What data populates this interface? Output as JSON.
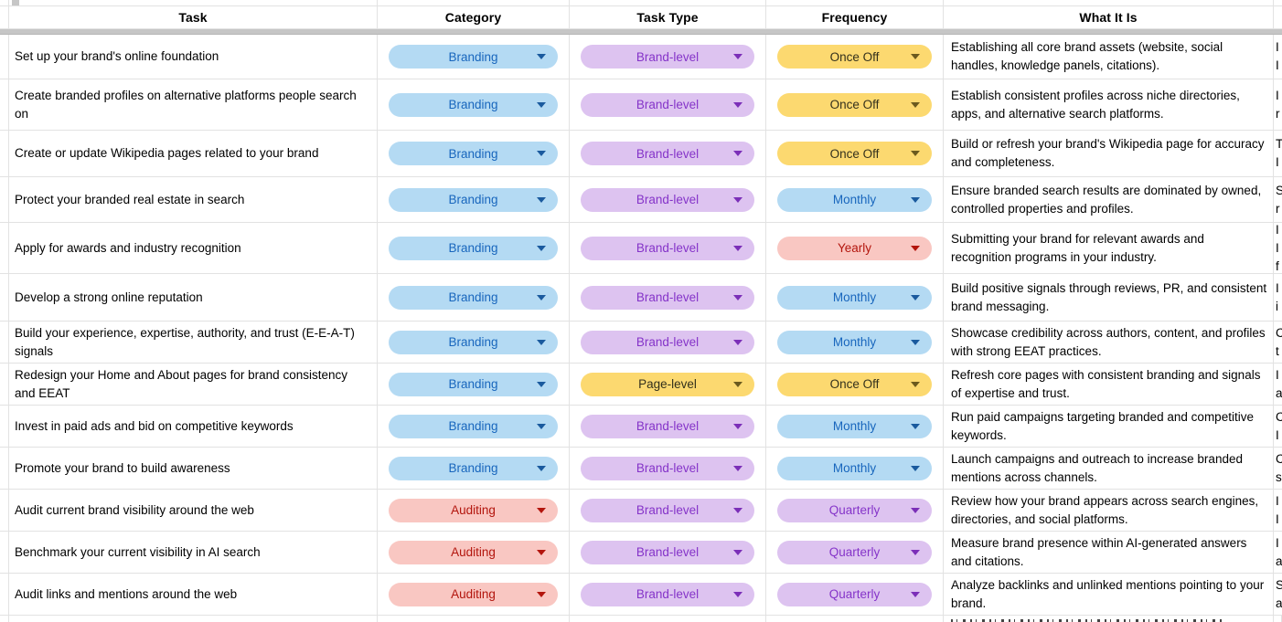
{
  "header": {
    "columns": [
      "Task",
      "Category",
      "Task Type",
      "Frequency",
      "What It Is"
    ]
  },
  "palette": {
    "blue": {
      "bg": "#b4daf3",
      "fg": "#1866bd",
      "arrow": "#1a5a9e"
    },
    "purple": {
      "bg": "#ddc3f0",
      "fg": "#8534c9",
      "arrow": "#7b2fb8"
    },
    "yellow": {
      "bg": "#fcd970",
      "fg": "#33301c",
      "arrow": "#6b5a1e"
    },
    "red": {
      "bg": "#f9c7c2",
      "fg": "#b3150d",
      "arrow": "#b3150d"
    }
  },
  "rows": [
    {
      "task": "Set up your brand's online foundation",
      "category": {
        "label": "Branding",
        "color": "blue"
      },
      "task_type": {
        "label": "Brand-level",
        "color": "purple"
      },
      "frequency": {
        "label": "Once Off",
        "color": "yellow"
      },
      "what_it_is": "Establishing all core brand assets (website, social handles, knowledge panels, citations).",
      "edge_fragments": [
        "I",
        "I"
      ]
    },
    {
      "task": "Create branded profiles on alternative platforms people search on",
      "category": {
        "label": "Branding",
        "color": "blue"
      },
      "task_type": {
        "label": "Brand-level",
        "color": "purple"
      },
      "frequency": {
        "label": "Once Off",
        "color": "yellow"
      },
      "what_it_is": "Establish consistent profiles across niche directories, apps, and alternative search platforms.",
      "edge_fragments": [
        "I",
        "r"
      ]
    },
    {
      "task": "Create or update Wikipedia pages related to your brand",
      "category": {
        "label": "Branding",
        "color": "blue"
      },
      "task_type": {
        "label": "Brand-level",
        "color": "purple"
      },
      "frequency": {
        "label": "Once Off",
        "color": "yellow"
      },
      "what_it_is": "Build or refresh your brand's Wikipedia page for accuracy and completeness.",
      "edge_fragments": [
        "T",
        "I"
      ]
    },
    {
      "task": "Protect your branded real estate in search",
      "category": {
        "label": "Branding",
        "color": "blue"
      },
      "task_type": {
        "label": "Brand-level",
        "color": "purple"
      },
      "frequency": {
        "label": "Monthly",
        "color": "blue"
      },
      "what_it_is": "Ensure branded search results are dominated by owned, controlled properties and profiles.",
      "edge_fragments": [
        "S",
        "r"
      ]
    },
    {
      "task": "Apply for awards and industry recognition",
      "category": {
        "label": "Branding",
        "color": "blue"
      },
      "task_type": {
        "label": "Brand-level",
        "color": "purple"
      },
      "frequency": {
        "label": "Yearly",
        "color": "red"
      },
      "what_it_is": "Submitting your brand for relevant awards and recognition programs in your industry.",
      "edge_fragments": [
        "I",
        "I",
        "f"
      ]
    },
    {
      "task": "Develop a strong online reputation",
      "category": {
        "label": "Branding",
        "color": "blue"
      },
      "task_type": {
        "label": "Brand-level",
        "color": "purple"
      },
      "frequency": {
        "label": "Monthly",
        "color": "blue"
      },
      "what_it_is": "Build positive signals through reviews, PR, and consistent brand messaging.",
      "edge_fragments": [
        "I",
        "i"
      ]
    },
    {
      "task": "Build your experience, expertise, authority, and trust (E-E-A-T) signals",
      "category": {
        "label": "Branding",
        "color": "blue"
      },
      "task_type": {
        "label": "Brand-level",
        "color": "purple"
      },
      "frequency": {
        "label": "Monthly",
        "color": "blue"
      },
      "what_it_is": "Showcase credibility across authors, content, and profiles with strong EEAT practices.",
      "edge_fragments": [
        "C",
        "t"
      ]
    },
    {
      "task": "Redesign your Home and About pages for brand consistency and EEAT",
      "category": {
        "label": "Branding",
        "color": "blue"
      },
      "task_type": {
        "label": "Page-level",
        "color": "yellow"
      },
      "frequency": {
        "label": "Once Off",
        "color": "yellow"
      },
      "what_it_is": "Refresh core pages with consistent branding and signals of expertise and trust.",
      "edge_fragments": [
        "I",
        "a"
      ]
    },
    {
      "task": "Invest in paid ads and bid on competitive keywords",
      "category": {
        "label": "Branding",
        "color": "blue"
      },
      "task_type": {
        "label": "Brand-level",
        "color": "purple"
      },
      "frequency": {
        "label": "Monthly",
        "color": "blue"
      },
      "what_it_is": "Run paid campaigns targeting branded and competitive keywords.",
      "edge_fragments": [
        "C",
        "I"
      ]
    },
    {
      "task": "Promote your brand to build awareness",
      "category": {
        "label": "Branding",
        "color": "blue"
      },
      "task_type": {
        "label": "Brand-level",
        "color": "purple"
      },
      "frequency": {
        "label": "Monthly",
        "color": "blue"
      },
      "what_it_is": "Launch campaigns and outreach to increase branded mentions across channels.",
      "edge_fragments": [
        "C",
        "s"
      ]
    },
    {
      "task": "Audit current brand visibility around the web",
      "category": {
        "label": "Auditing",
        "color": "red"
      },
      "task_type": {
        "label": "Brand-level",
        "color": "purple"
      },
      "frequency": {
        "label": "Quarterly",
        "color": "purple"
      },
      "what_it_is": "Review how your brand appears across search engines, directories, and social platforms.",
      "edge_fragments": [
        "I",
        "I"
      ]
    },
    {
      "task": "Benchmark your current visibility in AI search",
      "category": {
        "label": "Auditing",
        "color": "red"
      },
      "task_type": {
        "label": "Brand-level",
        "color": "purple"
      },
      "frequency": {
        "label": "Quarterly",
        "color": "purple"
      },
      "what_it_is": "Measure brand presence within AI-generated answers and citations.",
      "edge_fragments": [
        "I",
        "a"
      ]
    },
    {
      "task": "Audit links and mentions around the web",
      "category": {
        "label": "Auditing",
        "color": "red"
      },
      "task_type": {
        "label": "Brand-level",
        "color": "purple"
      },
      "frequency": {
        "label": "Quarterly",
        "color": "purple"
      },
      "what_it_is": "Analyze backlinks and unlinked mentions pointing to your brand.",
      "edge_fragments": [
        "S",
        "a"
      ]
    }
  ]
}
